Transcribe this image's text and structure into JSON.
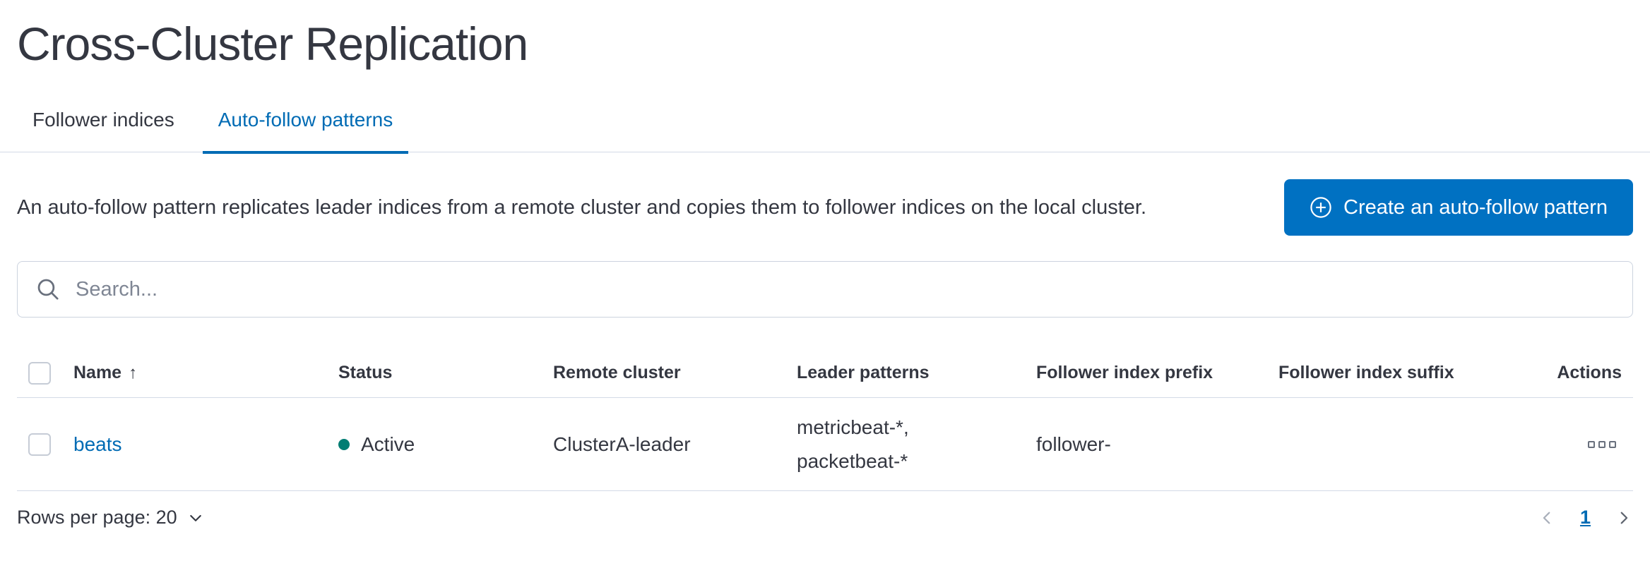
{
  "page": {
    "title": "Cross-Cluster Replication"
  },
  "tabs": [
    {
      "label": "Follower indices",
      "active": false
    },
    {
      "label": "Auto-follow patterns",
      "active": true
    }
  ],
  "description": "An auto-follow pattern replicates leader indices from a remote cluster and copies them to follower indices on the local cluster.",
  "create_button": {
    "label": "Create an auto-follow pattern",
    "icon": "plus-in-circle-icon",
    "color": "#0071c2"
  },
  "search": {
    "placeholder": "Search...",
    "icon": "search-icon",
    "value": ""
  },
  "table": {
    "columns": [
      "Name",
      "Status",
      "Remote cluster",
      "Leader patterns",
      "Follower index prefix",
      "Follower index suffix",
      "Actions"
    ],
    "sort": {
      "column": "Name",
      "direction": "ascending",
      "icon": "sort-ascending-arrow-icon"
    },
    "rows": [
      {
        "name": "beats",
        "status": "Active",
        "status_color": "#017D73",
        "remote_cluster": "ClusterA-leader",
        "leader_patterns": "metricbeat-*, packetbeat-*",
        "follower_index_prefix": "follower-",
        "follower_index_suffix": "",
        "actions_icon": "boxes-horizontal-icon"
      }
    ]
  },
  "footer": {
    "rows_per_page": {
      "label": "Rows per page: 20",
      "value": "20",
      "icon": "chevron-down-icon"
    },
    "pagination": {
      "previous_icon": "chevron-left-icon",
      "current_page": "1",
      "next_icon": "chevron-right-icon"
    }
  },
  "colors": {
    "primary": "#006BB4",
    "button_fill": "#0071c2",
    "text": "#343741",
    "subdued_text": "#69707D",
    "border": "#D3DAE6",
    "success_dot": "#017D73"
  }
}
